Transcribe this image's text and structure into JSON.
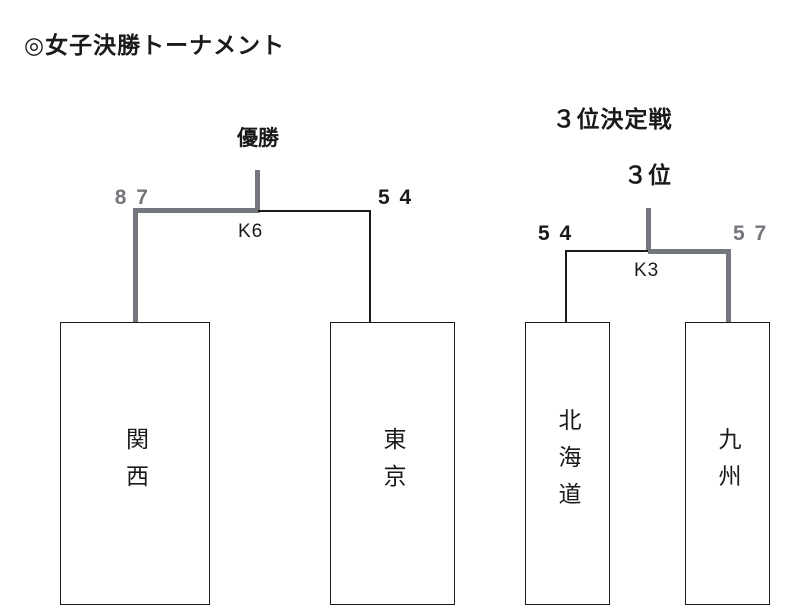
{
  "title": "◎女子決勝トーナメント",
  "final": {
    "champion_label": "優勝",
    "match_label": "K6",
    "left_score": "8 7",
    "right_score": "5 4",
    "left_team": "関西",
    "right_team": "東京"
  },
  "third_place": {
    "heading": "３位決定戦",
    "place_label": "３位",
    "match_label": "K3",
    "left_score": "5 4",
    "right_score": "5 7",
    "left_team": "北海道",
    "right_team": "九州"
  },
  "colors": {
    "winner_line": "#73767c",
    "line": "#1a1a1a",
    "background": "#ffffff"
  }
}
